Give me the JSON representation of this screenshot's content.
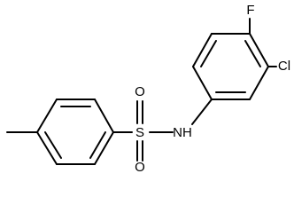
{
  "molecule": {
    "atoms": {
      "fluorine": "F",
      "chlorine": "Cl",
      "amine": "NH",
      "sulfur": "S",
      "oxygen_top": "O",
      "oxygen_bottom": "O"
    },
    "colors": {
      "bond": "#000000",
      "label": "#000000",
      "background": "#ffffff"
    }
  }
}
